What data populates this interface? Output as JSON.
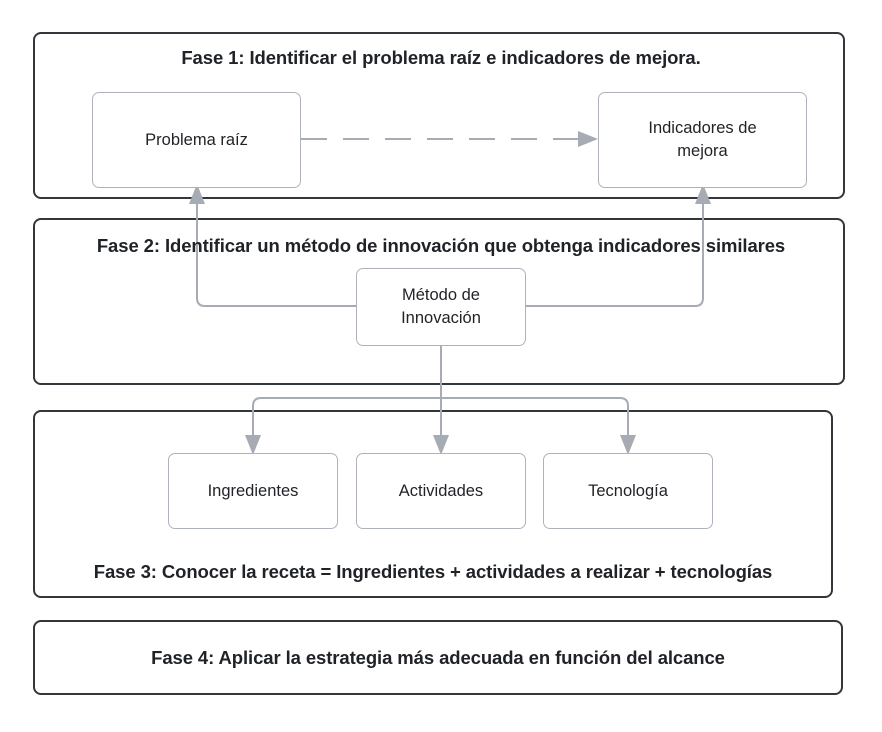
{
  "diagram": {
    "title_phase1": "Fase 1: Identificar el problema raíz e indicadores de mejora.",
    "title_phase2": "Fase 2: Identificar un método de innovación que obtenga indicadores similares",
    "title_phase3": "Fase 3: Conocer la receta = Ingredientes + actividades a realizar + tecnologías",
    "title_phase4": "Fase 4: Aplicar la estrategia más adecuada en función del alcance",
    "nodes": {
      "problema_raiz": "Problema raíz",
      "indicadores_mejora_line1": "Indicadores de",
      "indicadores_mejora_line2": "mejora",
      "metodo_innovacion_line1": "Método de",
      "metodo_innovacion_line2": "Innovación",
      "ingredientes": "Ingredientes",
      "actividades": "Actividades",
      "tecnologia": "Tecnología"
    },
    "colors": {
      "phase_border": "#33363b",
      "node_border": "#aeb3bb",
      "connector": "#a6abb4",
      "text": "#1f2226",
      "background": "#ffffff"
    }
  }
}
